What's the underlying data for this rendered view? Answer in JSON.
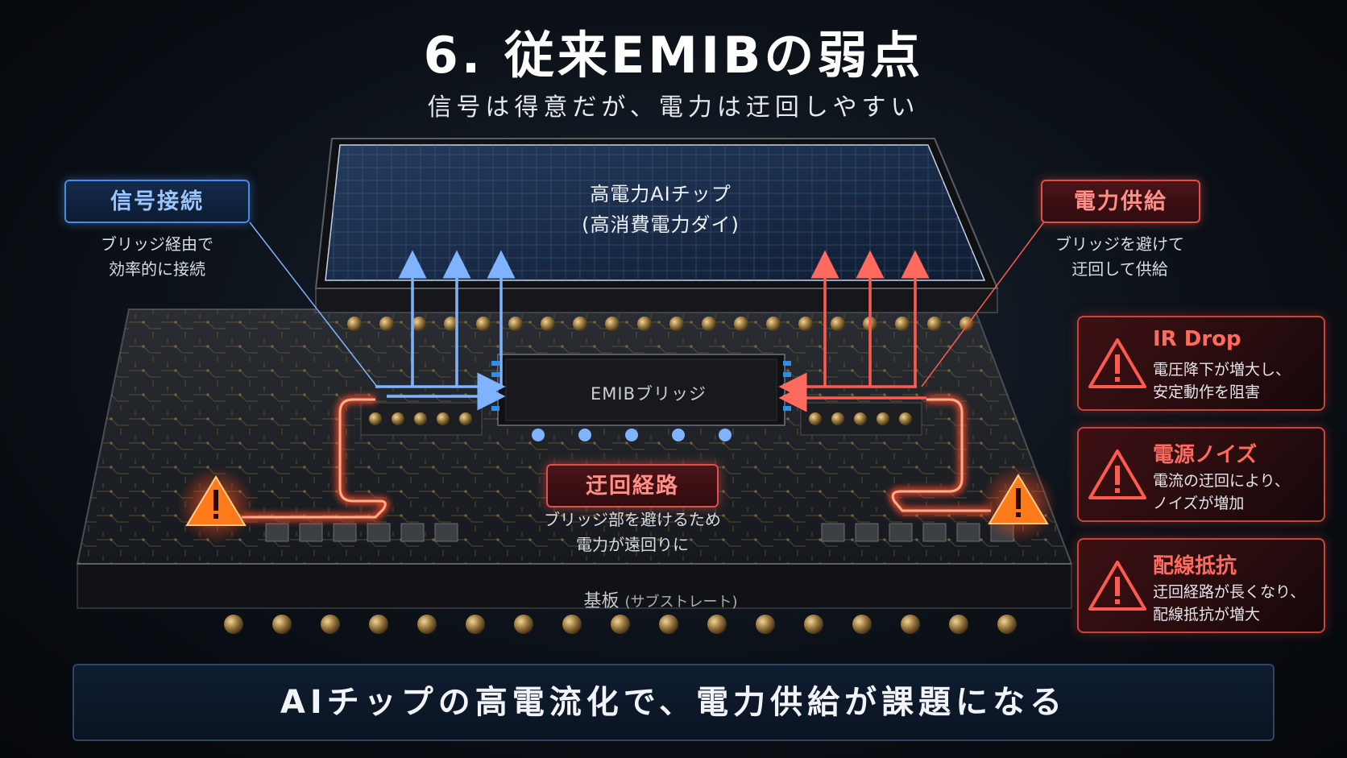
{
  "title": "6. 従来EMIBの弱点",
  "subtitle": "信号は得意だが、電力は迂回しやすい",
  "chip": {
    "line1": "高電力AIチップ",
    "line2": "(高消費電力ダイ)"
  },
  "bridge_label": "EMIBブリッジ",
  "substrate": {
    "main": "基板",
    "sub": "(サブストレート)"
  },
  "signal": {
    "tag": "信号接続",
    "line1": "ブリッジ経由で",
    "line2": "効率的に接続"
  },
  "power": {
    "tag": "電力供給",
    "line1": "ブリッジを避けて",
    "line2": "迂回して供給"
  },
  "detour": {
    "tag": "迂回経路",
    "line1": "ブリッジ部を避けるため",
    "line2": "電力が遠回りに"
  },
  "issues": [
    {
      "title": "IR Drop",
      "line1": "電圧降下が増大し、",
      "line2": "安定動作を阻害"
    },
    {
      "title": "電源ノイズ",
      "line1": "電流の迂回により、",
      "line2": "ノイズが増加"
    },
    {
      "title": "配線抵抗",
      "line1": "迂回経路が長くなり、",
      "line2": "配線抵抗が増大"
    }
  ],
  "bottom_message": "AIチップの高電流化で、電力供給が課題になる",
  "colors": {
    "signal": "#4a8be0",
    "power": "#e0504a",
    "warning": "#ff7a1a"
  },
  "icons": [
    "warning-triangle-icon"
  ]
}
